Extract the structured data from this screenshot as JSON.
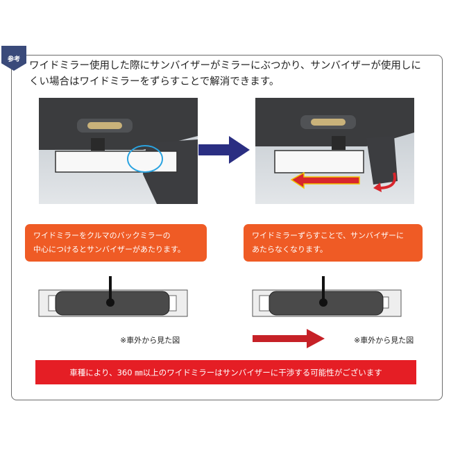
{
  "tag": {
    "label": "参考"
  },
  "intro": {
    "line1": "ワイドミラー使用した際にサンバイザーがミラーにぶつかり、サンバイザーが使用しに",
    "line2": "くい場合はワイドミラーをずらすことで解消できます。"
  },
  "bubbles": {
    "left": {
      "line1": "ワイドミラーをクルマのバックミラーの",
      "line2": "中心につけるとサンバイザーがあたります。"
    },
    "right": {
      "line1": "ワイドミラーずらすことで、サンバイザーに",
      "line2": "あたらなくなります。"
    }
  },
  "captions": {
    "left": "※車外から見た図",
    "right": "※車外から見た図"
  },
  "warning": {
    "text": "車種により、360 ㎜以上のワイドミラーはサンバイザーに干渉する可能性がございます"
  },
  "colors": {
    "border": "#6b6b6b",
    "tag_bg": "#3a4a7a",
    "bubble_bg": "#ef5b25",
    "warning_bg": "#e51e25",
    "nav_arrow": "#2a2e82",
    "highlight_circle": "#2aa3e0"
  }
}
